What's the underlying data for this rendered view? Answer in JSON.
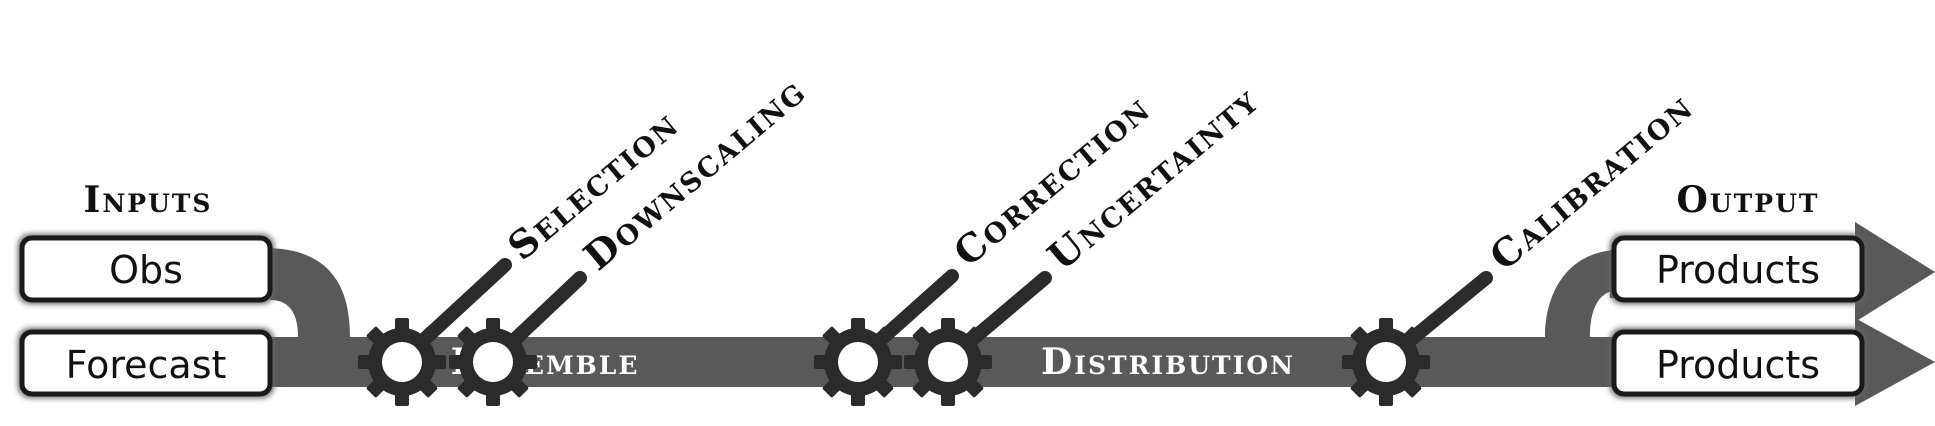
{
  "inputs": {
    "header": "Inputs",
    "boxes": [
      "Obs",
      "Forecast"
    ]
  },
  "output": {
    "header": "Output",
    "boxes": [
      "Products",
      "Products"
    ]
  },
  "stages": {
    "ensemble": "Ensemble",
    "distribution": "Distribution"
  },
  "steps": {
    "selection": "Selection",
    "downscaling": "Downscaling",
    "correction": "Correction",
    "uncertainty": "Uncertainty",
    "calibration": "Calibration"
  },
  "colors": {
    "flow": "#595959",
    "gear": "#2b2b2b",
    "box_border": "#1a1a1a",
    "box_fill": "#ffffff"
  }
}
